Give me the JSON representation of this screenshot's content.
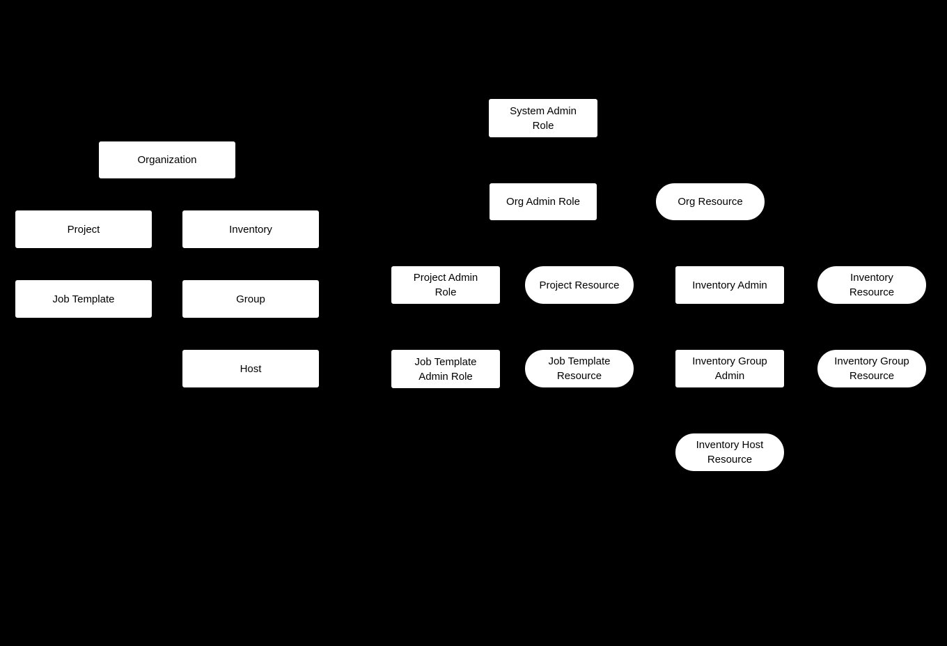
{
  "colors": {
    "background": "#000000",
    "node_fill": "#ffffff",
    "node_text": "#000000"
  },
  "diagram": {
    "description": "RBAC hierarchy diagram: object hierarchy on the left, admin roles and resources on the right",
    "shapes": {
      "rect": "admin role / object node",
      "pill": "resource node"
    }
  },
  "nodes": {
    "organization": {
      "label": "Organization",
      "shape": "rect"
    },
    "project": {
      "label": "Project",
      "shape": "rect"
    },
    "inventory": {
      "label": "Inventory",
      "shape": "rect"
    },
    "job_template": {
      "label": "Job Template",
      "shape": "rect"
    },
    "group": {
      "label": "Group",
      "shape": "rect"
    },
    "host": {
      "label": "Host",
      "shape": "rect"
    },
    "system_admin_role": {
      "label": "System Admin\nRole",
      "shape": "rect"
    },
    "org_admin_role": {
      "label": "Org Admin Role",
      "shape": "rect"
    },
    "org_resource": {
      "label": "Org Resource",
      "shape": "pill"
    },
    "project_admin_role": {
      "label": "Project Admin\nRole",
      "shape": "rect"
    },
    "project_resource": {
      "label": "Project Resource",
      "shape": "pill"
    },
    "inventory_admin": {
      "label": "Inventory Admin",
      "shape": "rect"
    },
    "inventory_resource": {
      "label": "Inventory\nResource",
      "shape": "pill"
    },
    "job_template_admin_role": {
      "label": "Job Template\nAdmin Role",
      "shape": "rect"
    },
    "job_template_resource": {
      "label": "Job Template\nResource",
      "shape": "pill"
    },
    "inventory_group_admin": {
      "label": "Inventory Group\nAdmin",
      "shape": "rect"
    },
    "inventory_group_resource": {
      "label": "Inventory Group\nResource",
      "shape": "pill"
    },
    "inventory_host_resource": {
      "label": "Inventory Host\nResource",
      "shape": "pill"
    }
  }
}
